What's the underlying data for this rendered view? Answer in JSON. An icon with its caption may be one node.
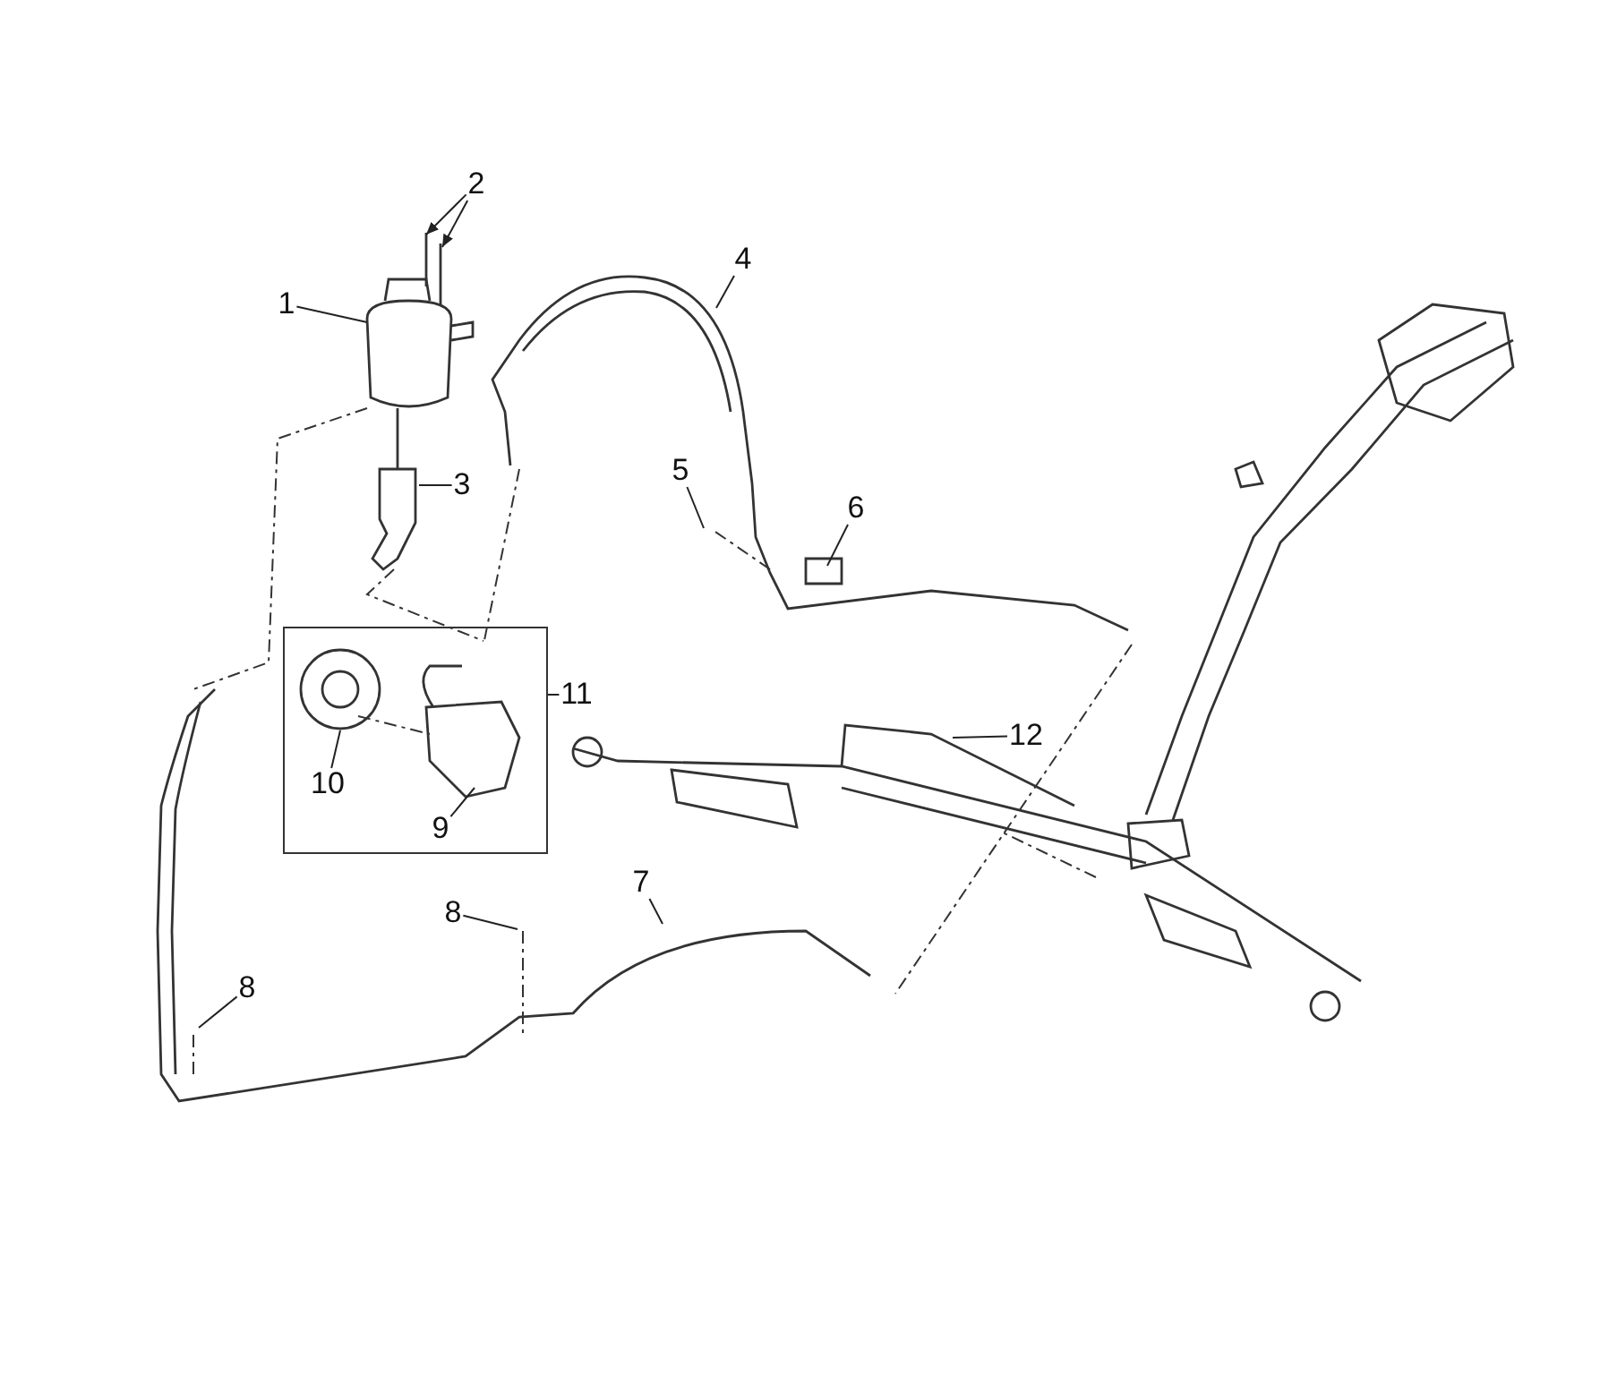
{
  "diagram": {
    "nodes": [
      {
        "text": [
          "2"
        ]
      },
      {
        "text": [
          "1"
        ]
      },
      {
        "text": [
          "4"
        ]
      },
      {
        "text": [
          "3"
        ]
      },
      {
        "text": [
          "5"
        ]
      },
      {
        "text": [
          "6"
        ]
      },
      {
        "text": [],
        "shape": "box"
      },
      {
        "text": [
          "10"
        ],
        "in": 6
      },
      {
        "text": [
          "9"
        ],
        "in": 6
      },
      {
        "text": [
          "11"
        ]
      },
      {
        "text": [
          "12"
        ]
      },
      {
        "text": [
          "8"
        ]
      },
      {
        "text": [
          "7"
        ]
      },
      {
        "text": [
          "8"
        ]
      }
    ],
    "edges": [
      {
        "from": 0,
        "to": null,
        "arrow": "to"
      },
      {
        "from": 0,
        "to": null,
        "arrow": "to"
      },
      {
        "from": 1,
        "to": null,
        "arrow": "none"
      },
      {
        "from": 2,
        "to": null,
        "arrow": "none"
      },
      {
        "from": 3,
        "to": null,
        "arrow": "none"
      },
      {
        "from": 4,
        "to": null,
        "arrow": "none"
      },
      {
        "from": 5,
        "to": null,
        "arrow": "none"
      },
      {
        "from": 7,
        "to": null,
        "arrow": "none"
      },
      {
        "from": 8,
        "to": null,
        "arrow": "none"
      },
      {
        "from": 9,
        "to": 6,
        "arrow": "none"
      },
      {
        "from": 10,
        "to": null,
        "arrow": "none"
      },
      {
        "from": 11,
        "to": null,
        "arrow": "none"
      },
      {
        "from": 12,
        "to": null,
        "arrow": "none"
      },
      {
        "from": 13,
        "to": null,
        "arrow": "none"
      }
    ]
  }
}
